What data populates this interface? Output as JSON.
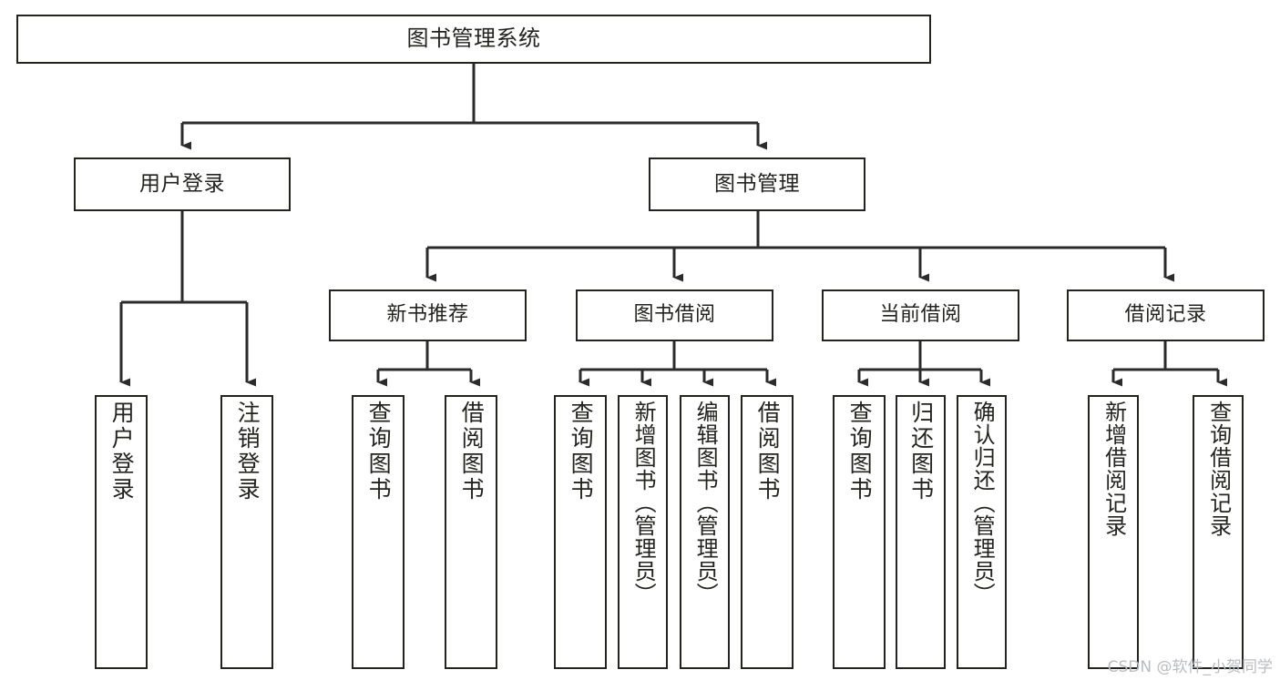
{
  "diagram": {
    "title": "图书管理系统",
    "type": "tree-hierarchy",
    "colors": {
      "border": "#23241f",
      "background": "#ffffff",
      "text": "#23241f",
      "watermark": "#b9bcc0"
    },
    "root": {
      "label": "图书管理系统"
    },
    "level1": [
      {
        "label": "用户登录"
      },
      {
        "label": "图书管理"
      }
    ],
    "level2": [
      {
        "label": "新书推荐"
      },
      {
        "label": "图书借阅"
      },
      {
        "label": "当前借阅"
      },
      {
        "label": "借阅记录"
      }
    ],
    "leaves": {
      "user_login": [
        {
          "label": "用户登录"
        },
        {
          "label": "注销登录"
        }
      ],
      "new_book_recommend": [
        {
          "label": "查询图书"
        },
        {
          "label": "借阅图书"
        }
      ],
      "book_borrow": [
        {
          "label": "查询图书"
        },
        {
          "label": "新增图书（管理员）"
        },
        {
          "label": "编辑图书（管理员）"
        },
        {
          "label": "借阅图书"
        }
      ],
      "current_borrow": [
        {
          "label": "查询图书"
        },
        {
          "label": "归还图书"
        },
        {
          "label": "确认归还（管理员）"
        }
      ],
      "borrow_record": [
        {
          "label": "新增借阅记录"
        },
        {
          "label": "查询借阅记录"
        }
      ]
    }
  },
  "watermark": {
    "text": "CSDN @软件_小贺同学"
  }
}
